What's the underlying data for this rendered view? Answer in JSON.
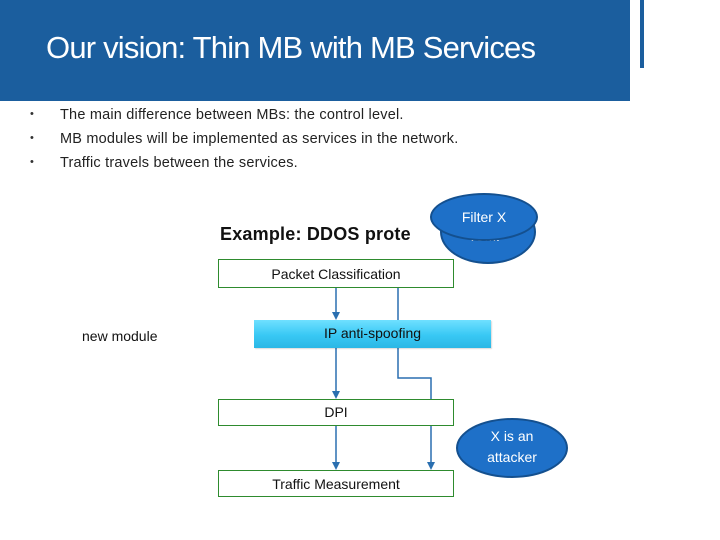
{
  "slide": {
    "title": "Our vision: Thin MB with MB Services",
    "bullets": [
      "The main difference between MBs: the control level.",
      "MB modules will be implemented as services in the network.",
      "Traffic travels between the services."
    ],
    "bullet_glyph": "•"
  },
  "diagram": {
    "heading": "Example: DDOS prote",
    "packet_classification": "Packet Classification",
    "ip_anti_spoofing": "IP anti-spoofing",
    "dpi": "DPI",
    "traffic_measurement": "Traffic Measurement",
    "new_module": "new module",
    "callout_filter": "Filter X",
    "callout_icmp": "ICMP",
    "callout_attacker_line1": "X is an",
    "callout_attacker_line2": "attacker"
  },
  "colors": {
    "title_bar": "#1b5e9e",
    "box_border": "#2e8b2e",
    "service_fill": "#38c8f4",
    "arrow": "#2a6fb0",
    "callout_fill": "#1e70c8"
  }
}
